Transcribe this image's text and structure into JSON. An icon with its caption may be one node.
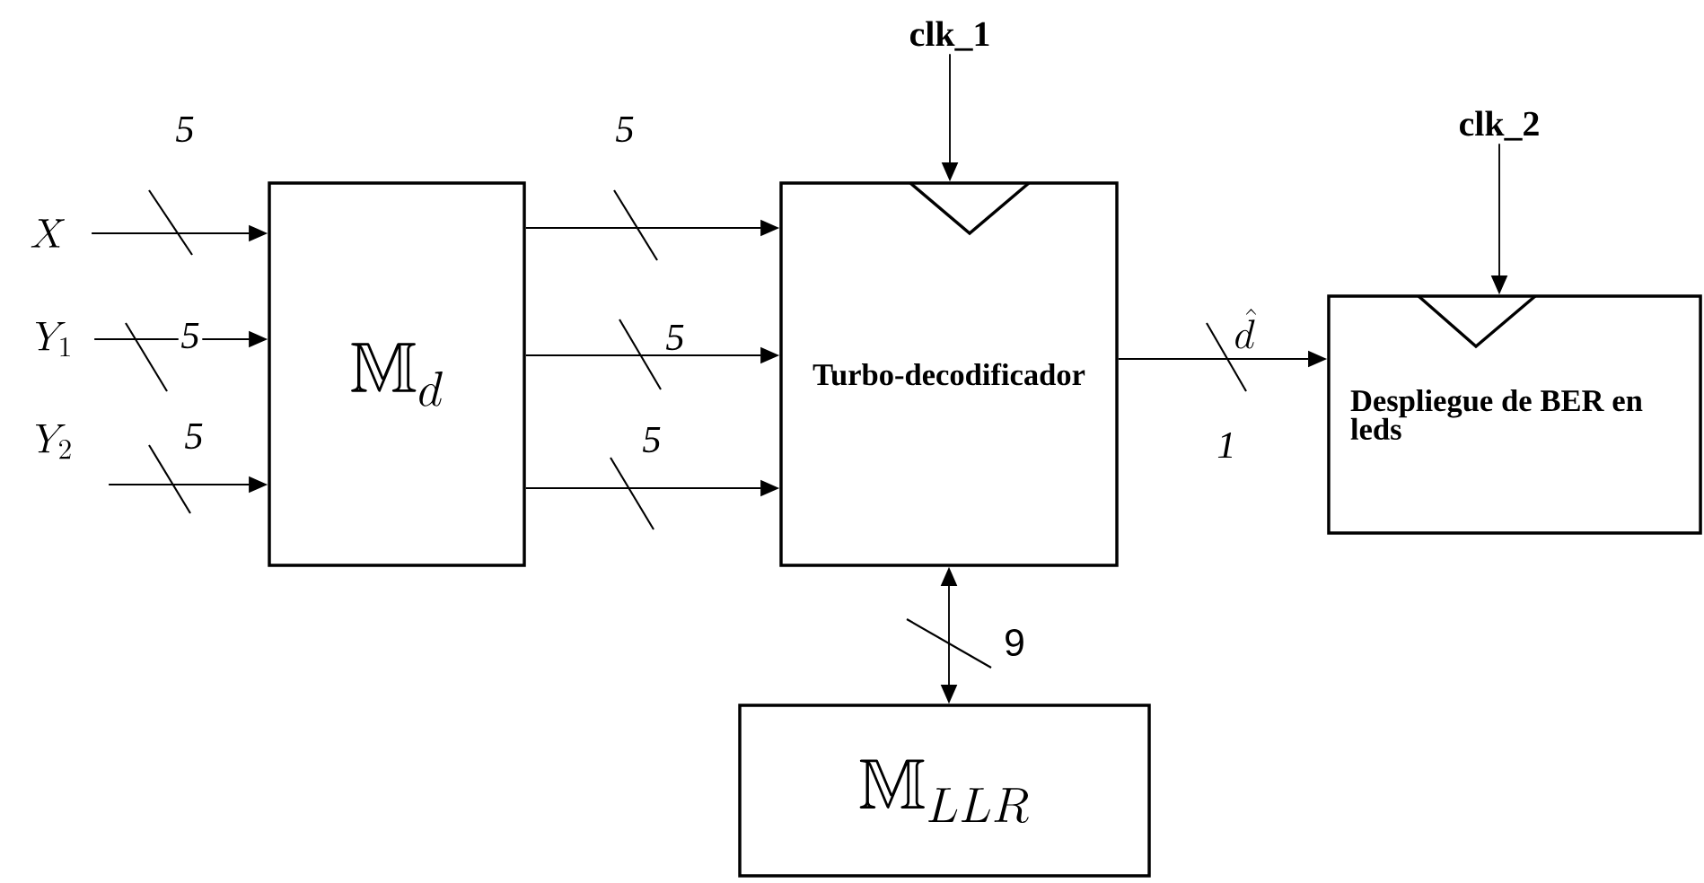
{
  "diagram": {
    "nodes": [
      {
        "text": [
          "X"
        ]
      },
      {
        "text": [
          "Y_{1}"
        ]
      },
      {
        "text": [
          "Y_{2}"
        ]
      },
      {
        "text": [
          "\\mathbb{M}_{d}"
        ]
      },
      {
        "text": [
          "Turbo-decodificador"
        ]
      },
      {
        "text": [
          "Despliegue de BER en leds"
        ]
      },
      {
        "text": [
          "\\mathbb{M}_{LLR}"
        ]
      },
      {
        "text": [
          "clk_1"
        ]
      },
      {
        "text": [
          "clk_2"
        ]
      }
    ],
    "edges": [
      {
        "from": 0,
        "to": 3,
        "arrow": "to",
        "label": "5"
      },
      {
        "from": 1,
        "to": 3,
        "arrow": "to",
        "label": "5"
      },
      {
        "from": 2,
        "to": 3,
        "arrow": "to",
        "label": "5"
      },
      {
        "from": 3,
        "to": 4,
        "arrow": "to",
        "label": "5"
      },
      {
        "from": 3,
        "to": 4,
        "arrow": "to",
        "label": "5"
      },
      {
        "from": 3,
        "to": 4,
        "arrow": "to",
        "label": "5"
      },
      {
        "from": 4,
        "to": 5,
        "arrow": "to",
        "label": "1"
      },
      {
        "from": 4,
        "to": 6,
        "arrow": "both",
        "label": "9"
      },
      {
        "from": 7,
        "to": 4,
        "arrow": "to"
      },
      {
        "from": 8,
        "to": 5,
        "arrow": "to"
      }
    ],
    "labels": [
      "\\hat{d}"
    ]
  }
}
